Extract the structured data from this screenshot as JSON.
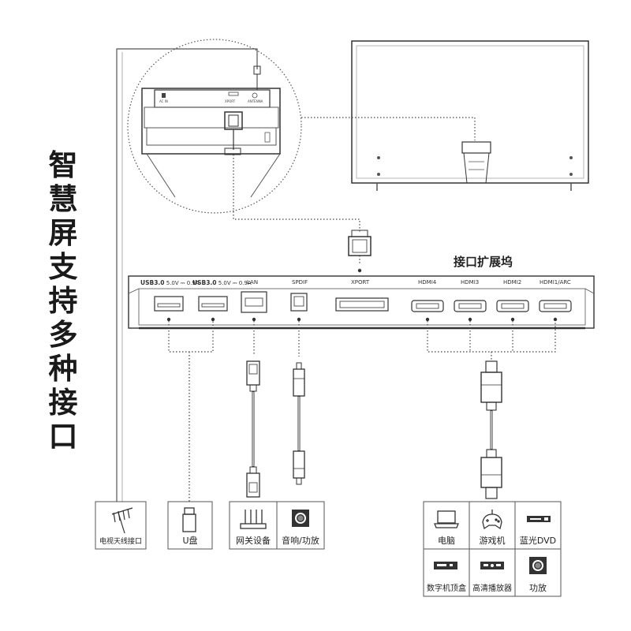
{
  "title_chars": [
    "智",
    "慧",
    "屏",
    "支",
    "持",
    "多",
    "种",
    "接",
    "口"
  ],
  "dock_title": "接口扩展坞",
  "ports": {
    "usb1": {
      "name": "USB3.0",
      "spec": "5.0V ⎓ 0.9A"
    },
    "usb2": {
      "name": "USB3.0",
      "spec": "5.0V ⎓ 0.9A"
    },
    "lan": "LAN",
    "spdif": "SPDIF",
    "xport": "XPORT",
    "hdmi4": "HDMI4",
    "hdmi3": "HDMI3",
    "hdmi2": "HDMI2",
    "hdmi1": "HDMI1/ARC"
  },
  "tv_back_labels": {
    "ac_in": "AC IN",
    "xport": "XPORT",
    "antenna": "ANTENNA"
  },
  "devices_left": [
    {
      "label": "电视天线接口",
      "icon": "antenna-icon"
    },
    {
      "label": "U盘",
      "icon": "usb-drive-icon"
    },
    {
      "label": "网关设备",
      "icon": "router-icon"
    },
    {
      "label": "音响/功放",
      "icon": "speaker-icon"
    }
  ],
  "devices_right": [
    {
      "label": "电脑",
      "icon": "laptop-icon"
    },
    {
      "label": "游戏机",
      "icon": "gamepad-icon"
    },
    {
      "label": "蓝光DVD",
      "icon": "bluray-icon"
    },
    {
      "label": "数字机顶盒",
      "icon": "settop-box-icon"
    },
    {
      "label": "高清播放器",
      "icon": "hd-player-icon"
    },
    {
      "label": "功放",
      "icon": "amplifier-icon"
    }
  ],
  "colors": {
    "line": "#333333",
    "icon_dark": "#2a2a2a",
    "box_border": "#555555"
  }
}
